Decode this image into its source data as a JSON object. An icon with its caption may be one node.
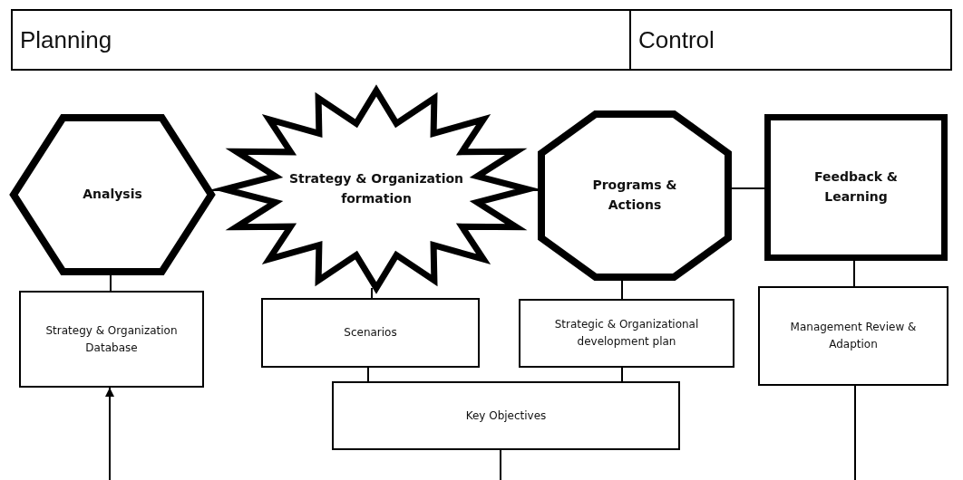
{
  "diagram": {
    "nodes": [
      {
        "text": [
          "Planning"
        ]
      },
      {
        "text": [
          "Control"
        ]
      },
      {
        "text": [
          "Analysis"
        ]
      },
      {
        "text": [
          "Strategy & Organization formation"
        ]
      },
      {
        "text": [
          "Programs & Actions"
        ]
      },
      {
        "text": [
          "Feedback & Learning"
        ]
      },
      {
        "text": [
          "Strategy & Organization Database"
        ]
      },
      {
        "text": [
          "Scenarios"
        ]
      },
      {
        "text": [
          "Strategic & Organizational development plan"
        ]
      },
      {
        "text": [
          "Management Review & Adaption"
        ]
      },
      {
        "text": [
          "Key Objectives"
        ]
      }
    ],
    "edges": [
      {
        "from": 2,
        "to": 3,
        "arrow": "none"
      },
      {
        "from": 3,
        "to": 4,
        "arrow": "none"
      },
      {
        "from": 4,
        "to": 5,
        "arrow": "none"
      },
      {
        "from": 2,
        "to": 6,
        "arrow": "none"
      },
      {
        "from": 3,
        "to": 7,
        "arrow": "none"
      },
      {
        "from": 4,
        "to": 8,
        "arrow": "none"
      },
      {
        "from": 5,
        "to": 9,
        "arrow": "none"
      },
      {
        "from": 7,
        "to": 10,
        "arrow": "none"
      },
      {
        "from": 8,
        "to": 10,
        "arrow": "none"
      },
      {
        "from": null,
        "to": 6,
        "arrow": "to"
      },
      {
        "from": 10,
        "to": null,
        "arrow": "none"
      },
      {
        "from": 9,
        "to": null,
        "arrow": "none"
      }
    ]
  }
}
